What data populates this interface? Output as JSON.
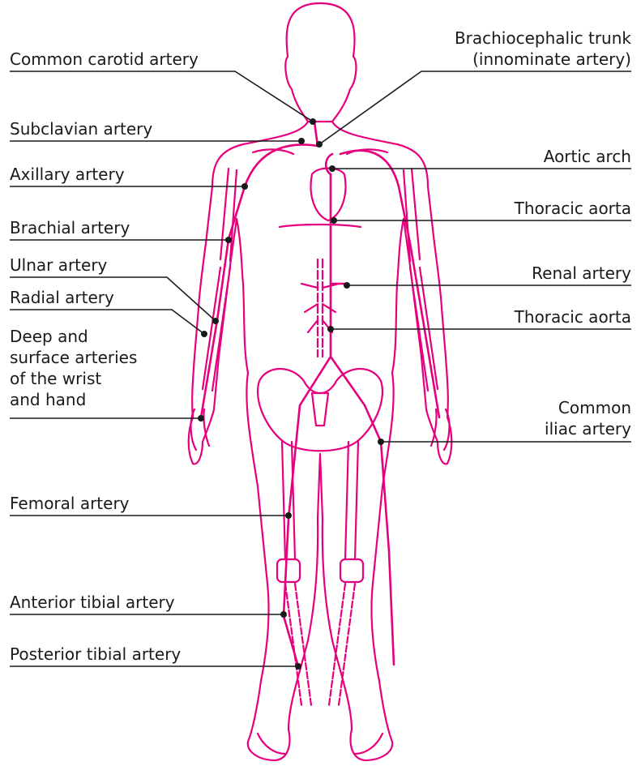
{
  "colors": {
    "body_outline": "#e6007e",
    "leader": "#1a1a1a",
    "text": "#1a1a1a",
    "background": "#ffffff"
  },
  "labels": {
    "common_carotid": "Common carotid artery",
    "brachiocephalic": [
      "Brachiocephalic trunk",
      "(innominate artery)"
    ],
    "subclavian": "Subclavian artery",
    "aortic_arch": "Aortic arch",
    "axillary": "Axillary artery",
    "thoracic_aorta_upper": "Thoracic aorta",
    "brachial": "Brachial artery",
    "ulnar": "Ulnar artery",
    "renal": "Renal artery",
    "radial": "Radial artery",
    "thoracic_aorta_lower": "Thoracic aorta",
    "deep_surface": [
      "Deep and",
      "surface arteries",
      "of the wrist",
      "and hand"
    ],
    "common_iliac": [
      "Common",
      "iliac artery"
    ],
    "femoral": "Femoral artery",
    "anterior_tibial": "Anterior tibial artery",
    "posterior_tibial": "Posterior tibial artery"
  }
}
